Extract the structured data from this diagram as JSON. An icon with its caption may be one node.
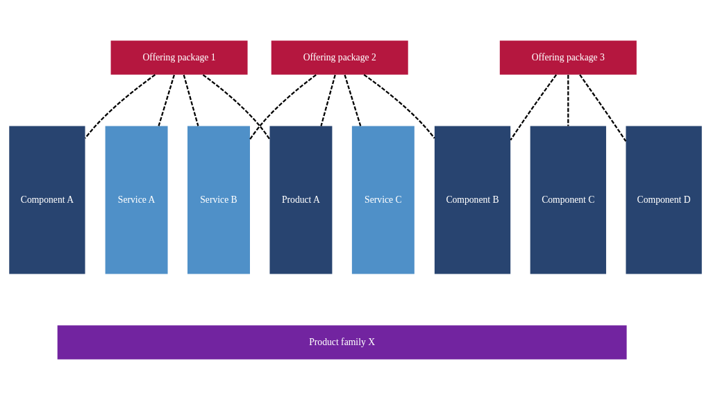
{
  "diagram": {
    "nodes": [
      {
        "text": [
          "Offering package 1"
        ]
      },
      {
        "text": [
          "Offering package 2"
        ]
      },
      {
        "text": [
          "Offering package 3"
        ]
      },
      {
        "text": [
          "Component A"
        ]
      },
      {
        "text": [
          "Service A"
        ]
      },
      {
        "text": [
          "Service B"
        ]
      },
      {
        "text": [
          "Product A"
        ]
      },
      {
        "text": [
          "Service C"
        ]
      },
      {
        "text": [
          "Component B"
        ]
      },
      {
        "text": [
          "Component C"
        ]
      },
      {
        "text": [
          "Component D"
        ]
      },
      {
        "text": [
          "Product family X"
        ]
      }
    ],
    "edges": [
      {
        "from": 0,
        "to": 3,
        "arrow": "none",
        "style": "dashed"
      },
      {
        "from": 0,
        "to": 4,
        "arrow": "none",
        "style": "dashed"
      },
      {
        "from": 0,
        "to": 5,
        "arrow": "none",
        "style": "dashed"
      },
      {
        "from": 0,
        "to": 6,
        "arrow": "none",
        "style": "dashed"
      },
      {
        "from": 1,
        "to": 5,
        "arrow": "none",
        "style": "dashed"
      },
      {
        "from": 1,
        "to": 6,
        "arrow": "none",
        "style": "dashed"
      },
      {
        "from": 1,
        "to": 7,
        "arrow": "none",
        "style": "dashed"
      },
      {
        "from": 1,
        "to": 8,
        "arrow": "none",
        "style": "dashed"
      },
      {
        "from": 2,
        "to": 8,
        "arrow": "none",
        "style": "dashed"
      },
      {
        "from": 2,
        "to": 9,
        "arrow": "none",
        "style": "dashed"
      },
      {
        "from": 2,
        "to": 10,
        "arrow": "none",
        "style": "dashed"
      }
    ]
  }
}
